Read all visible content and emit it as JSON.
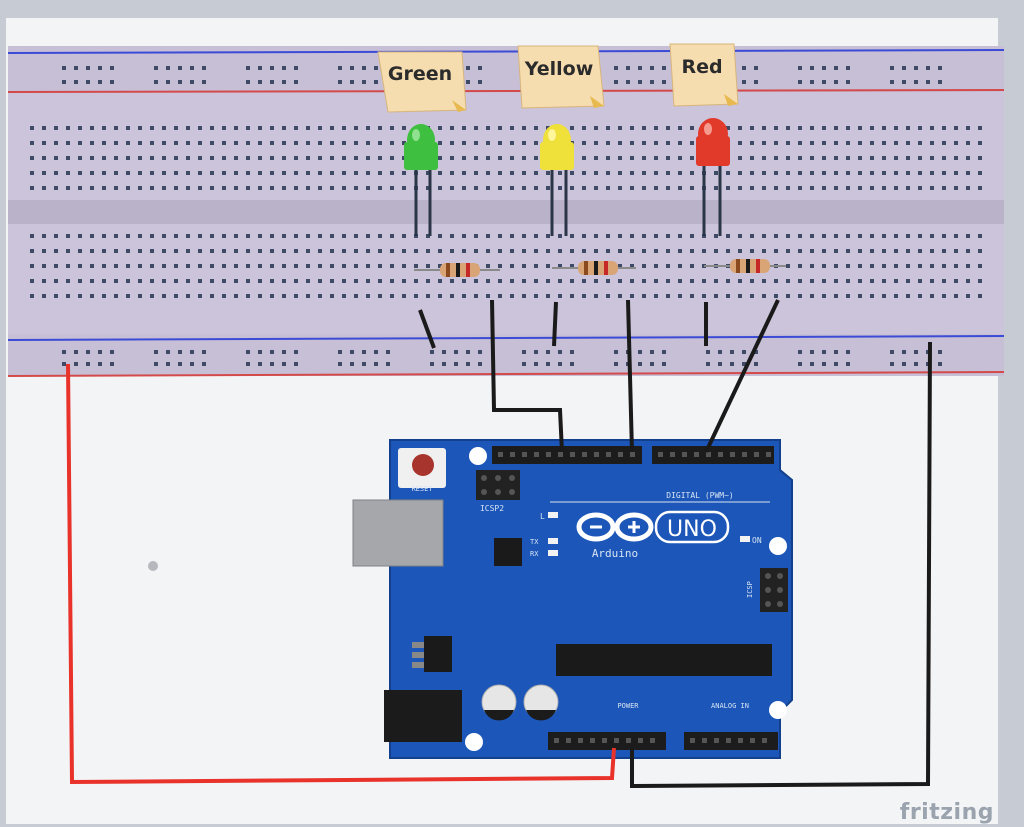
{
  "labels": {
    "green": "Green",
    "yellow": "Yellow",
    "red": "Red"
  },
  "board": {
    "logo_text": "UNO",
    "brand": "Arduino",
    "on_label": "ON",
    "tx_label": "TX",
    "rx_label": "RX",
    "l_label": "L",
    "reset_label": "RESET",
    "icsp_label": "ICSP2",
    "icsp1_label": "ICSP",
    "digital_label": "DIGITAL (PWM~)",
    "power_label": "POWER",
    "analog_label": "ANALOG IN"
  },
  "watermark": "fritzing",
  "colors": {
    "background": "#f3f4f6",
    "breadboard": "#c9c2d8",
    "breadboard_rail_line_blue": "#3b4bd6",
    "breadboard_rail_line_red": "#d44a4a",
    "arduino_blue": "#1b56b8",
    "led_green": "#3fbf3f",
    "led_yellow": "#f0e03a",
    "led_red": "#e23a2a",
    "wire_red": "#e8322a",
    "wire_black": "#1a1a1a",
    "note_bg": "#f6ddb0"
  }
}
